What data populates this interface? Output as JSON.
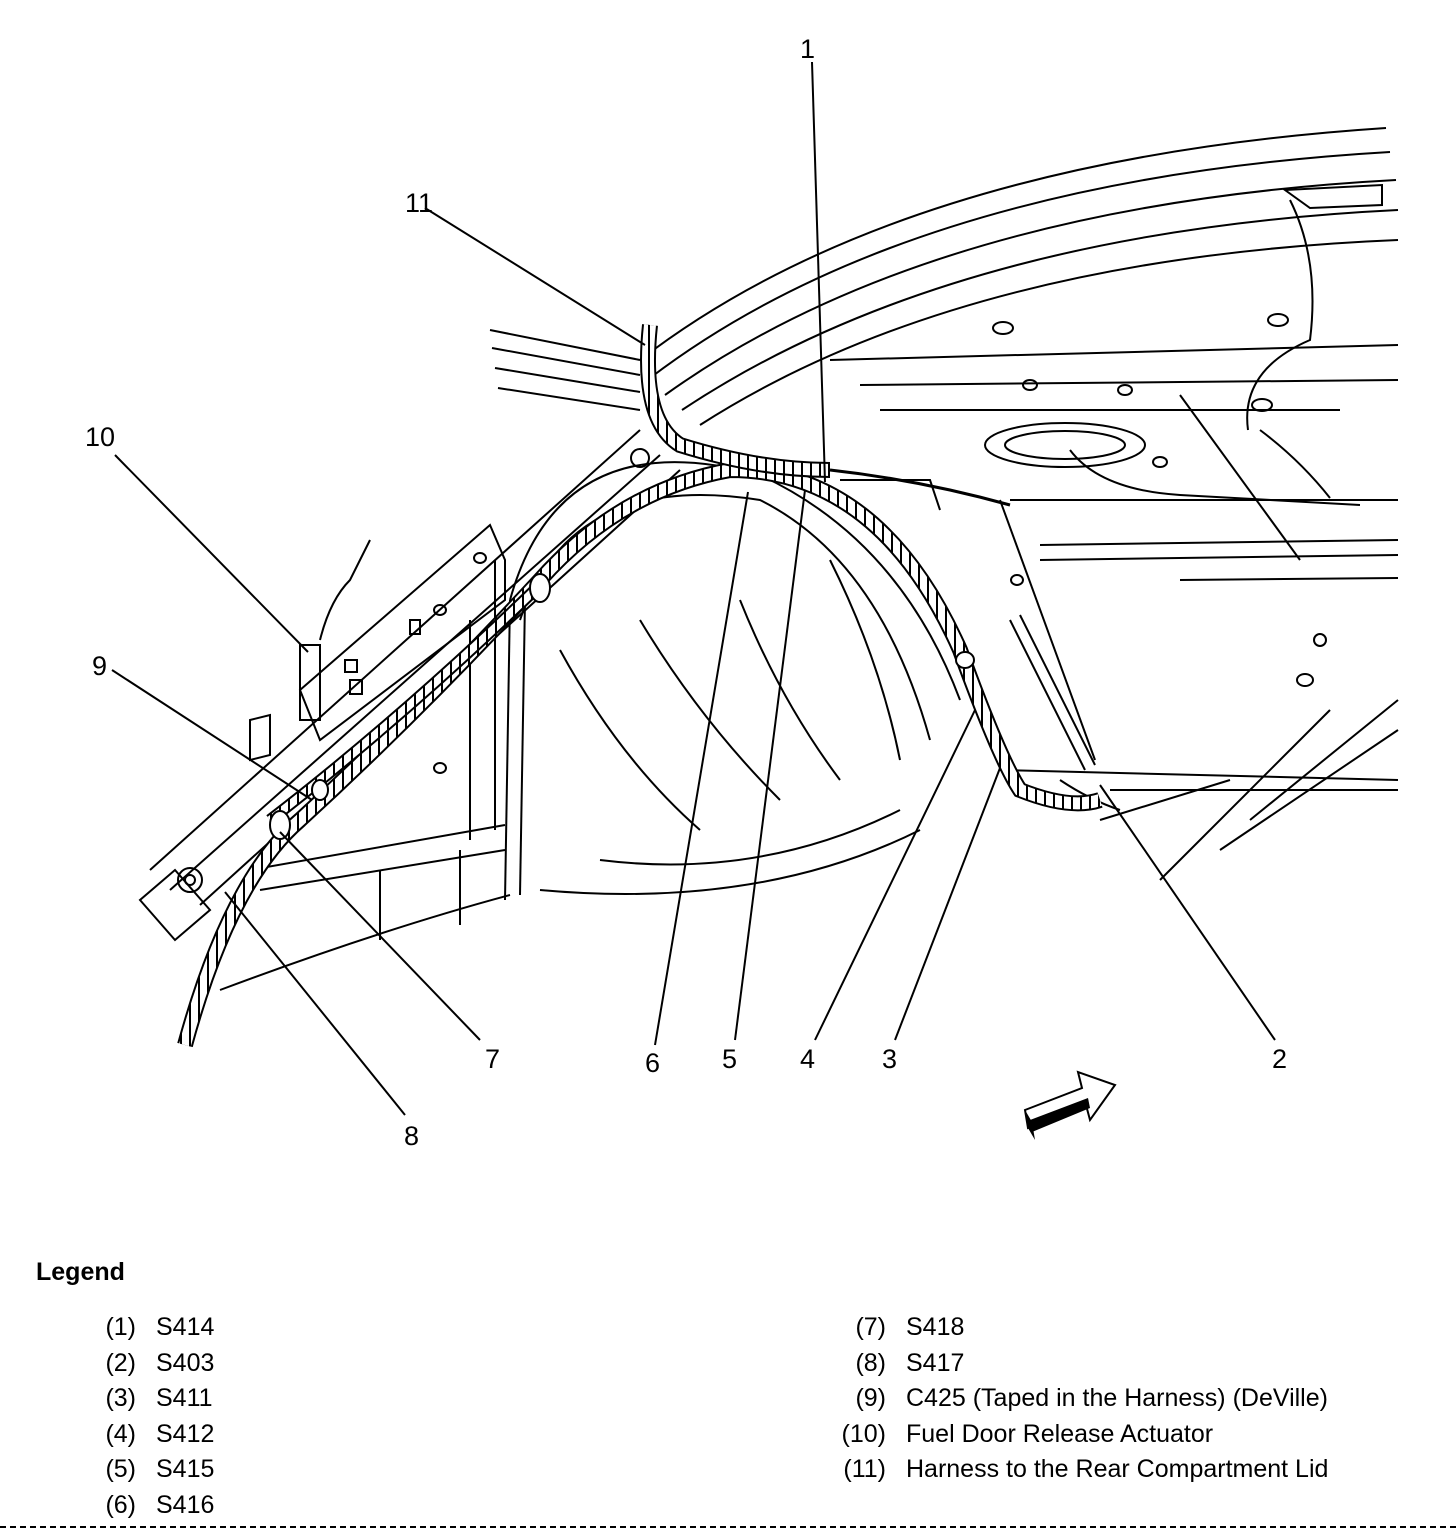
{
  "callouts": [
    "1",
    "2",
    "3",
    "4",
    "5",
    "6",
    "7",
    "8",
    "9",
    "10",
    "11"
  ],
  "legend": {
    "title": "Legend",
    "left": [
      {
        "num": "(1)",
        "text": "S414"
      },
      {
        "num": "(2)",
        "text": "S403"
      },
      {
        "num": "(3)",
        "text": "S411"
      },
      {
        "num": "(4)",
        "text": "S412"
      },
      {
        "num": "(5)",
        "text": "S415"
      },
      {
        "num": "(6)",
        "text": "S416"
      }
    ],
    "right": [
      {
        "num": "(7)",
        "text": "S418"
      },
      {
        "num": "(8)",
        "text": "S417"
      },
      {
        "num": "(9)",
        "text": "C425 (Taped in the Harness) (DeVille)"
      },
      {
        "num": "(10)",
        "text": "Fuel Door Release Actuator"
      },
      {
        "num": "(11)",
        "text": "Harness to the Rear Compartment Lid"
      }
    ]
  }
}
